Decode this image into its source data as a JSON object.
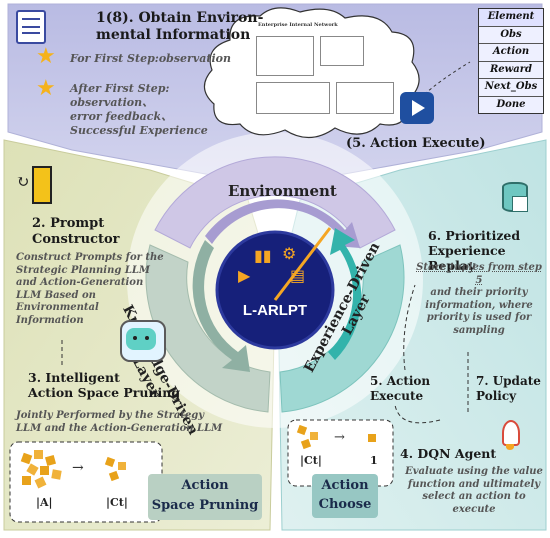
{
  "top": {
    "title": "1(8). Obtain Environ-\nmental Information",
    "first_step": "For First Step:observation",
    "after_step_1": "After First Step:",
    "after_step_2": "observation、",
    "after_step_3": "error feedback、",
    "after_step_4": "Successful Experience",
    "network_title": "Enterprise Internal Network",
    "action_execute": "(5. Action Execute)"
  },
  "table": {
    "header": "Element",
    "rows": [
      "Obs",
      "Action",
      "Reward",
      "Next_Obs",
      "Done"
    ]
  },
  "center": {
    "environment": "Environment",
    "knowledge_layer": "Knowledge-Driven Layer",
    "experience_layer": "Experience-Driven Layer",
    "core": "L-ARLPT"
  },
  "left": {
    "step2_title_1": "2. Prompt",
    "step2_title_2": "Constructor",
    "step2_desc": [
      "Construct Prompts for the",
      "Strategic Planning LLM",
      "and Action-Generation",
      "LLM Based on",
      "Environmental",
      "Information"
    ],
    "step3_title_1": "3. Intelligent",
    "step3_title_2": "Action Space Pruning",
    "step3_desc_1": "Jointly Performed by the Strategy",
    "step3_desc_2": "LLM and the Action-Generation LLM",
    "a_label": "|A|",
    "ct_label": "|Ct|",
    "box_1": "Action",
    "box_2": "Space Pruning"
  },
  "right": {
    "step6_title_1": "6. Prioritized",
    "step6_title_2": "Experience Replay",
    "step6_desc": [
      "Store tuples from step 5",
      "and their priority",
      "information, where",
      "priority is used for",
      "sampling"
    ],
    "step5_1": "5. Action",
    "step5_2": "Execute",
    "step7_1": "7. Update",
    "step7_2": "Policy",
    "step4": "4. DQN Agent",
    "step4_desc_1": "Evaluate using the value",
    "step4_desc_2": "function and ultimately",
    "step4_desc_3": "select an action to execute",
    "ct_label": "|Ct|",
    "one_label": "1",
    "box_1": "Action",
    "box_2": "Choose"
  },
  "colors": {
    "top_bg": "#c6c7e6",
    "left_bg": "#e7e9cd",
    "right_bg": "#cfe9e8",
    "core_bg": "#16207a",
    "accent_gold": "#f5a623"
  },
  "icons": [
    "document-icon",
    "star-icon",
    "stack-icon",
    "robot-icon",
    "database-icon",
    "rocket-icon",
    "play-icon",
    "gear-icon"
  ]
}
